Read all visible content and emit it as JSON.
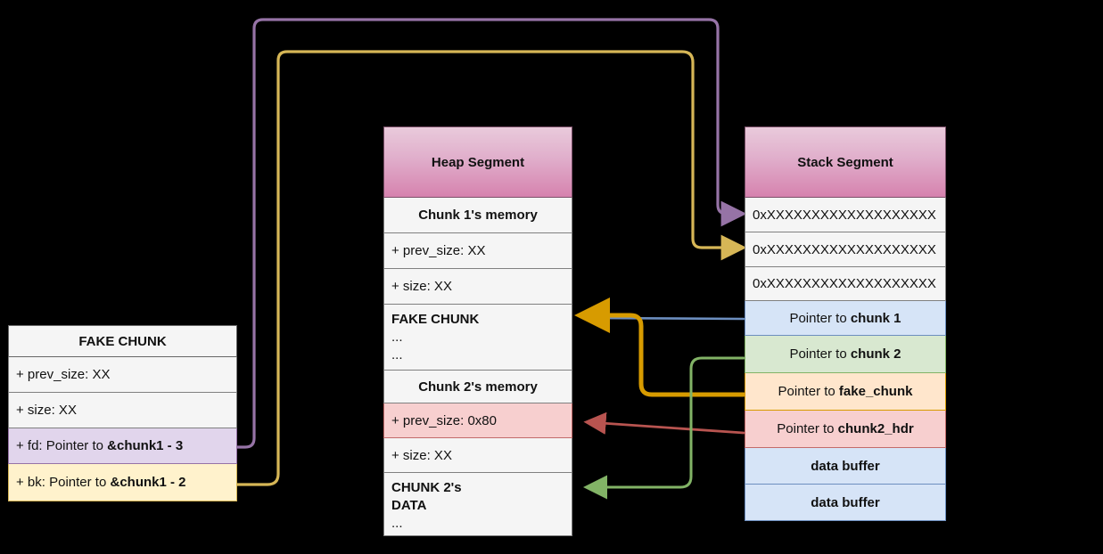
{
  "diagram": {
    "title": "Heap fake chunk unlink exploitation diagram",
    "background": "#000000"
  },
  "heap": {
    "header": "Heap Segment",
    "rows": [
      {
        "label": "Chunk 1's memory",
        "style": "plain-center"
      },
      {
        "label": "+ prev_size: XX",
        "style": "plain-left"
      },
      {
        "label": "+ size: XX",
        "style": "plain-left"
      },
      {
        "label": "FAKE CHUNK",
        "line2": "...",
        "line3": "...",
        "style": "plain-multiline"
      },
      {
        "label": "Chunk 2's memory",
        "style": "plain-center"
      },
      {
        "label": "+ prev_size: 0x80",
        "style": "red-left"
      },
      {
        "label": "+ size: XX",
        "style": "plain-left"
      },
      {
        "label": "CHUNK 2's",
        "line2": "DATA",
        "line3": "...",
        "style": "plain-multiline"
      }
    ]
  },
  "stack": {
    "header": "Stack Segment",
    "rows": [
      {
        "label": "0xXXXXXXXXXXXXXXXXXXX",
        "style": "plain-left"
      },
      {
        "label": "0xXXXXXXXXXXXXXXXXXXX",
        "style": "plain-left"
      },
      {
        "label": "0xXXXXXXXXXXXXXXXXXXX",
        "style": "plain-left"
      },
      {
        "prefix": "Pointer to ",
        "strong": "chunk 1",
        "style": "blue-center"
      },
      {
        "prefix": "Pointer to ",
        "strong": "chunk 2",
        "style": "green-center"
      },
      {
        "prefix": "Pointer to ",
        "strong": "fake_chunk",
        "style": "orange-center"
      },
      {
        "prefix": "Pointer to ",
        "strong": "chunk2_hdr",
        "style": "red-center"
      },
      {
        "label": "data buffer",
        "style": "blue-center-bold"
      },
      {
        "label": "data buffer",
        "style": "blue-center-bold"
      }
    ]
  },
  "fake_chunk": {
    "header": "FAKE CHUNK",
    "rows": [
      {
        "label": "+ prev_size: XX",
        "style": "plain-left"
      },
      {
        "label": "+ size: XX",
        "style": "plain-left"
      },
      {
        "prefix": "+ fd: Pointer to ",
        "strong": "&chunk1 - 3",
        "style": "purple-left"
      },
      {
        "prefix": "+ bk: Pointer to ",
        "strong": "&chunk1 - 2",
        "style": "yellow-left"
      }
    ]
  },
  "connections": [
    {
      "name": "fd-to-stack-slot1",
      "color": "#9673a6",
      "from": "fake_chunk.fd",
      "to": "stack.row0"
    },
    {
      "name": "bk-to-stack-slot2",
      "color": "#d6b656",
      "from": "fake_chunk.bk",
      "to": "stack.row1"
    },
    {
      "name": "chunk1-ptr-to-fake-chunk",
      "color": "#6c8ebf",
      "from": "stack.pointer_to_chunk1",
      "to": "heap.fake_chunk"
    },
    {
      "name": "fake-chunk-ptr-to-fake-chunk",
      "color": "#d79b00",
      "from": "stack.pointer_to_fake_chunk",
      "to": "heap.fake_chunk"
    },
    {
      "name": "chunk2hdr-ptr-to-prev-size",
      "color": "#b85450",
      "from": "stack.pointer_to_chunk2_hdr",
      "to": "heap.chunk2_prev_size"
    },
    {
      "name": "chunk2-ptr-to-chunk2-data",
      "color": "#82b366",
      "from": "stack.pointer_to_chunk2",
      "to": "heap.chunk2_data"
    }
  ],
  "colors": {
    "purple": "#9673a6",
    "yellow": "#d6b656",
    "blue": "#6c8ebf",
    "orange": "#d79b00",
    "red": "#b85450",
    "green": "#82b366",
    "header_pink": "#d682ae"
  }
}
